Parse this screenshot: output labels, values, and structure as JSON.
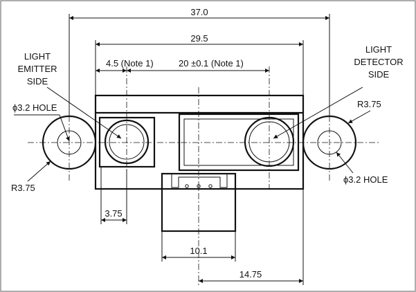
{
  "labels": {
    "overall_width": "37.0",
    "hole_spacing": "29.5",
    "emitter_offset": "4.5 (Note 1)",
    "lens_spacing": "20 ±0.1 (Note 1)",
    "emitter_line1": "LIGHT",
    "emitter_line2": "EMITTER",
    "emitter_line3": "SIDE",
    "detector_line1": "LIGHT",
    "detector_line2": "DETECTOR",
    "detector_line3": "SIDE",
    "hole_left": "ϕ3.2 HOLE",
    "hole_right": "ϕ3.2 HOLE",
    "radius_left": "R3.75",
    "radius_right": "R3.75",
    "emitter_edge": "3.75",
    "connector_width": "10.1",
    "center_to_hole": "14.75"
  },
  "colors": {
    "line": "#111111",
    "background": "#ffffff",
    "frame": "#777777"
  }
}
